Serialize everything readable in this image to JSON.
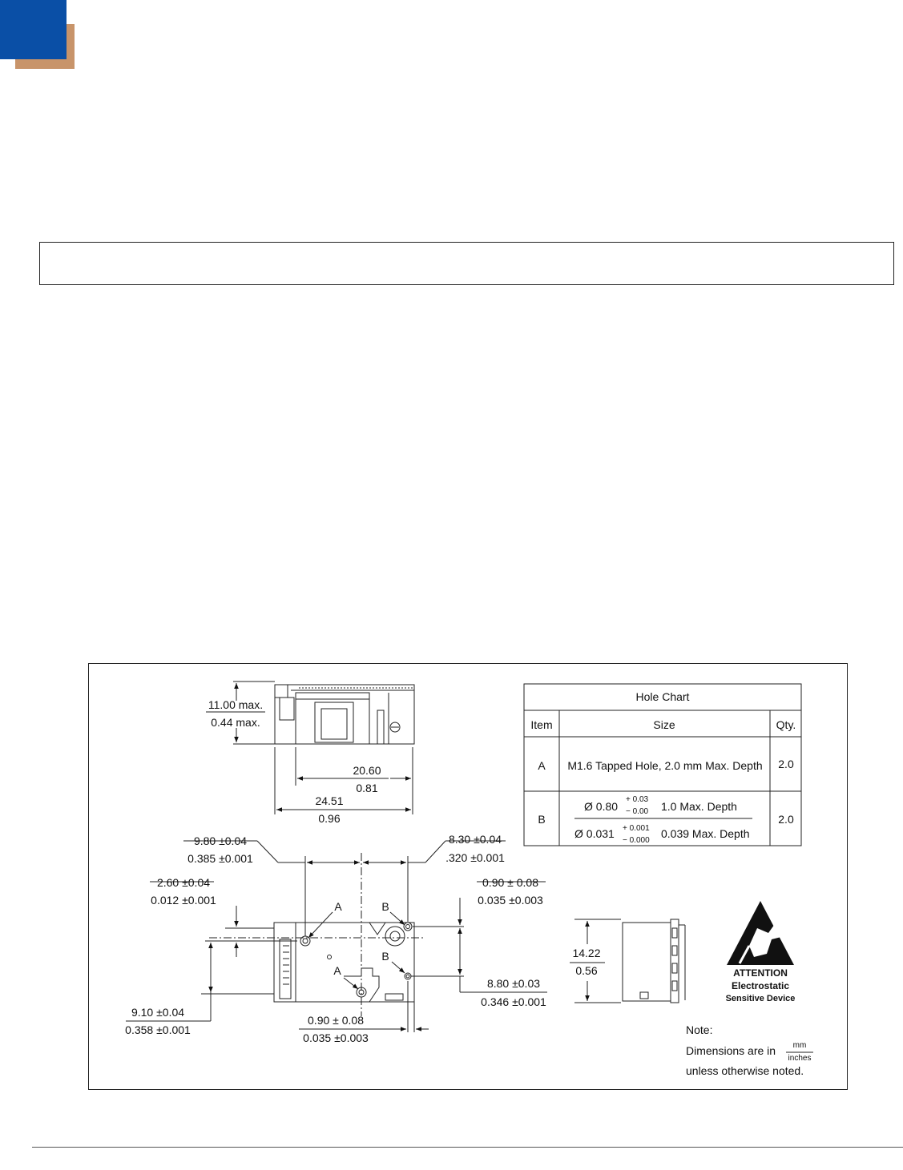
{
  "brand": {
    "blue": "#0a4fa6",
    "tan": "#c8946a"
  },
  "drawing": {
    "top_view_dims": {
      "height_mm": "11.00 max.",
      "height_in": "0.44 max.",
      "inner_width_mm": "20.60",
      "inner_width_in": "0.81",
      "overall_width_mm": "24.51",
      "overall_width_in": "0.96"
    },
    "front_view_dims": {
      "left_hole_x_mm": "9.80 ±0.04",
      "left_hole_x_in": "0.385 ±0.001",
      "right_hole_x_mm": "8.30 ±0.04",
      "right_hole_x_in": ".320 ±0.001",
      "top_offset_mm": "2.60 ±0.04",
      "top_offset_in": "0.012 ±0.001",
      "right_top_mm": "0.90 ± 0.08",
      "right_top_in": "0.035 ±0.003",
      "left_height_mm": "9.10 ±0.04",
      "left_height_in": "0.358 ±0.001",
      "bottom_offset_mm": "0.90 ± 0.08",
      "bottom_offset_in": "0.035 ±0.003",
      "right_height_mm": "8.80 ±0.03",
      "right_height_in": "0.346 ±0.001",
      "label_a1": "A",
      "label_a2": "A",
      "label_b1": "B",
      "label_b2": "B"
    },
    "side_view_dims": {
      "height_mm": "14.22",
      "height_in": "0.56"
    },
    "hole_chart": {
      "title": "Hole Chart",
      "headers": [
        "Item",
        "Size",
        "Qty."
      ],
      "row_a": {
        "item": "A",
        "size": "M1.6 Tapped Hole, 2.0 mm Max. Depth",
        "qty": "2.0"
      },
      "row_b": {
        "item": "B",
        "size_mm_dia": "Ø 0.80",
        "tol_mm_plus": "+ 0.03",
        "tol_mm_minus": "− 0.00",
        "depth_mm": "1.0  Max. Depth",
        "size_in_dia": "Ø 0.031",
        "tol_in_plus": "+ 0.001",
        "tol_in_minus": "− 0.000",
        "depth_in": "0.039 Max. Depth",
        "qty": "2.0"
      }
    },
    "esd": {
      "line1": "ATTENTION",
      "line2": "Electrostatic",
      "line3": "Sensitive Device"
    },
    "note": {
      "title": "Note:",
      "prefix": "Dimensions are in",
      "unit_top": "mm",
      "unit_bottom": "inches",
      "suffix": "unless otherwise noted."
    }
  }
}
